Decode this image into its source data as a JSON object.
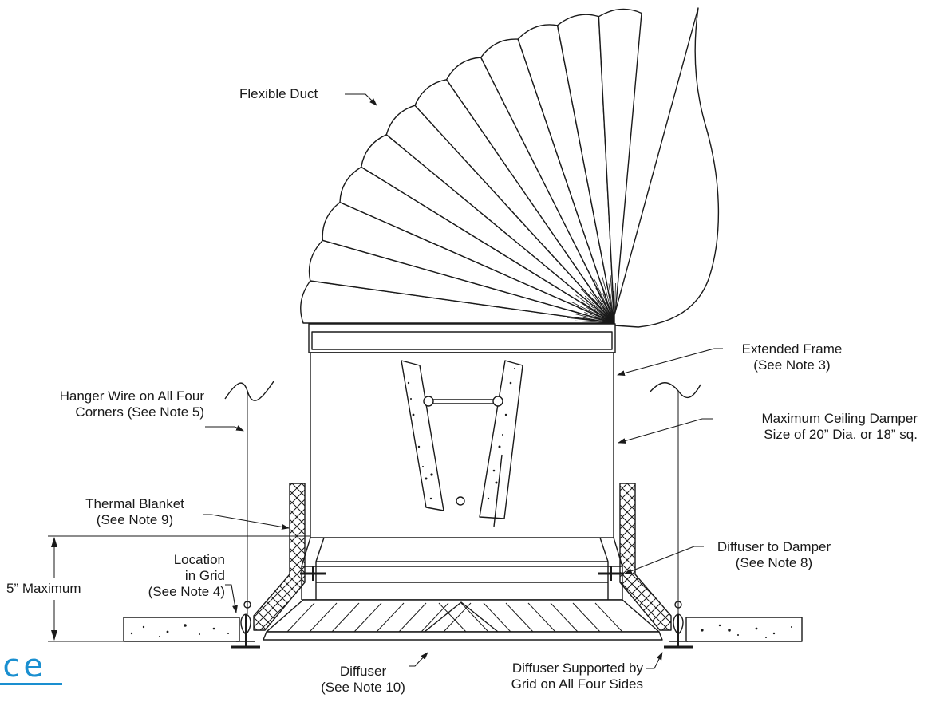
{
  "labels": {
    "flexible_duct": "Flexible Duct",
    "extended_frame": {
      "line1": "Extended Frame",
      "line2": "(See Note 3)"
    },
    "hanger_wire": {
      "line1": "Hanger Wire on All Four",
      "line2": "Corners (See Note 5)"
    },
    "max_damper": {
      "line1": "Maximum Ceiling Damper",
      "line2": "Size of 20” Dia. or 18” sq."
    },
    "thermal_blanket": {
      "line1": "Thermal Blanket",
      "line2": "(See Note 9)"
    },
    "diffuser_to_damper": {
      "line1": "Diffuser to Damper",
      "line2": "(See Note 8)"
    },
    "location_grid": {
      "line1": "Location",
      "line2": "in Grid",
      "line3": "(See Note 4)"
    },
    "five_max": "5” Maximum",
    "diffuser": {
      "line1": "Diffuser",
      "line2": "(See Note 10)"
    },
    "diffuser_supported": {
      "line1": "Diffuser Supported by",
      "line2": "Grid on All Four Sides"
    }
  },
  "logo_text": "nce",
  "colors": {
    "line": "#1a1a1a",
    "logo": "#1a8fd0"
  }
}
